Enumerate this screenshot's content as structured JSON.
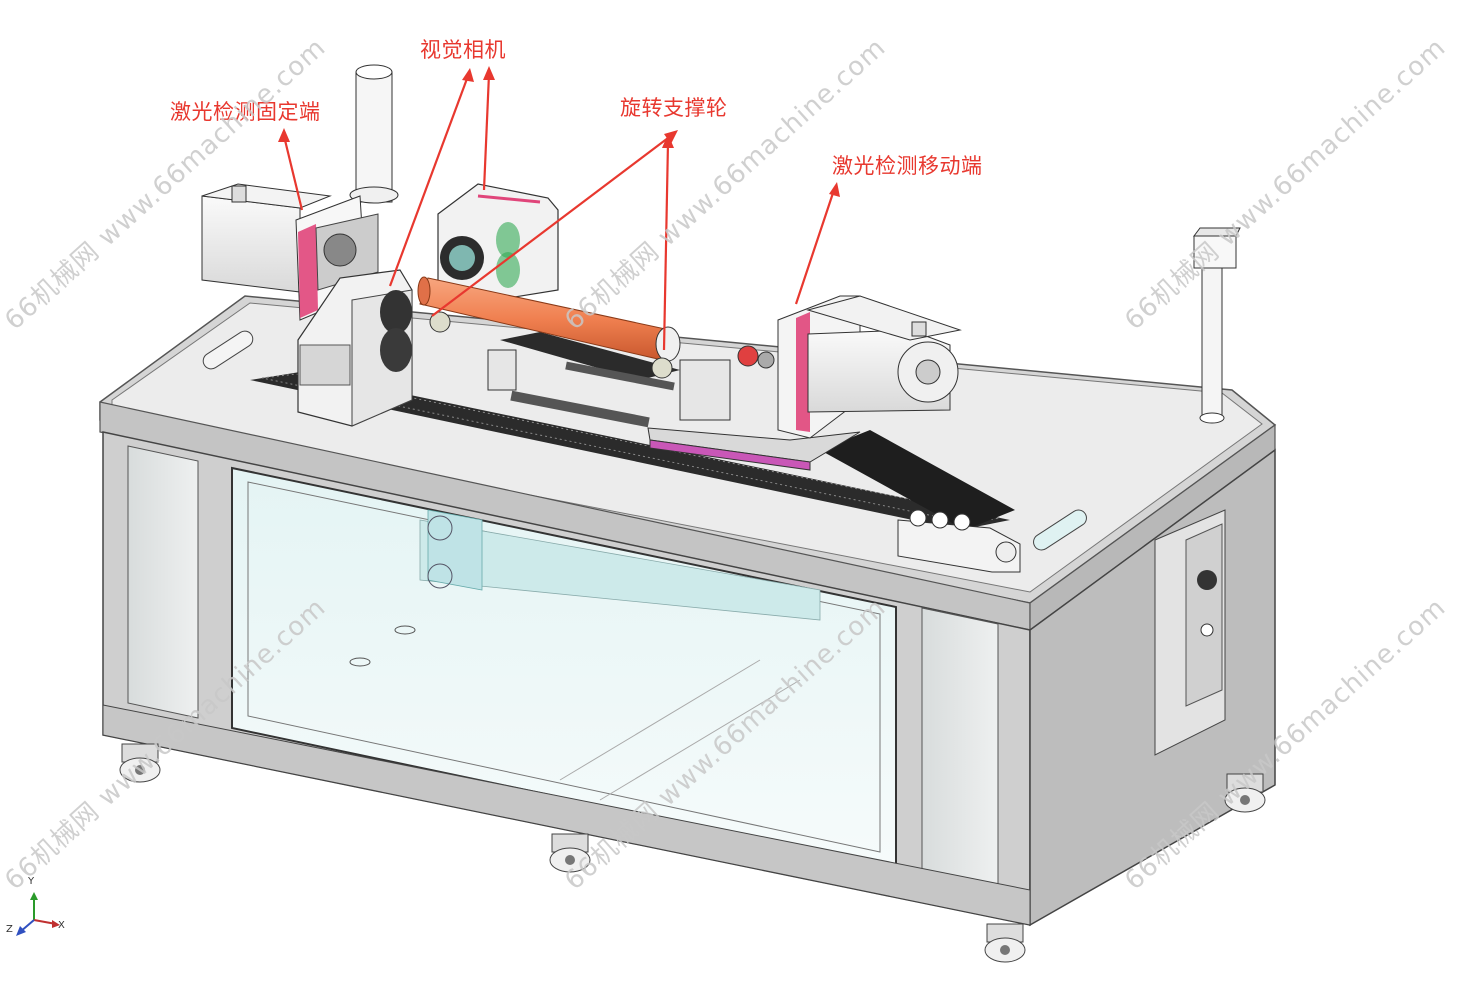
{
  "callouts": {
    "laser_fixed": "激光检测固定端",
    "vision_camera": "视觉相机",
    "rotating_wheel": "旋转支撑轮",
    "laser_moving": "激光检测移动端"
  },
  "watermark": "66机械网 www.66machine.com",
  "axes": {
    "y": "Y",
    "z": "Z",
    "x": "X"
  },
  "colors": {
    "callout": "#e8382f",
    "tube": "#f08a5a",
    "frame": "#c9c9c9",
    "glass": "#dff3f3",
    "accent": "#e0457a"
  }
}
